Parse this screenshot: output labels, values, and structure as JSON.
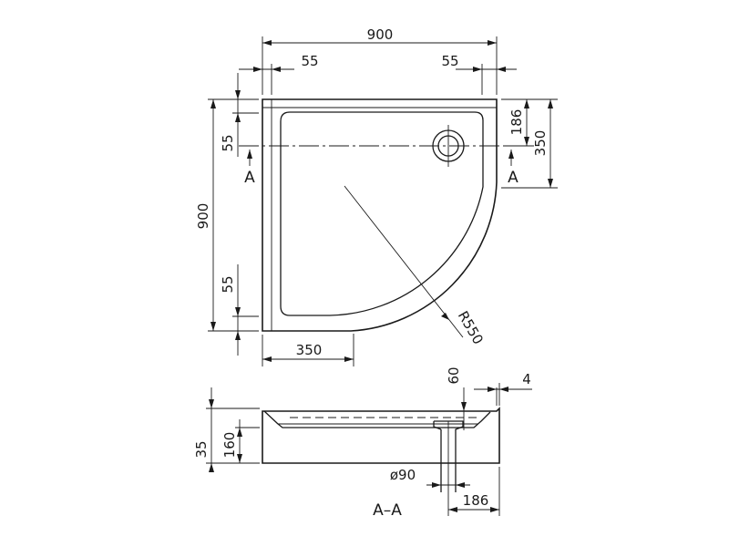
{
  "dimensions": {
    "overall_width": "900",
    "rim_left": "55",
    "rim_right": "55",
    "waste_offset": "186",
    "straight_right": "350",
    "rim_top": "55",
    "overall_depth": "900",
    "rim_bottom": "55",
    "straight_bottom": "350",
    "radius": "R550",
    "lip_height": "60",
    "lip_thickness": "4",
    "height_total": "35",
    "height_tray": "160",
    "waste_diameter": "ø90",
    "waste_offset_section": "186"
  },
  "section_markers": {
    "left": "A",
    "right": "A",
    "title": "A–A"
  }
}
